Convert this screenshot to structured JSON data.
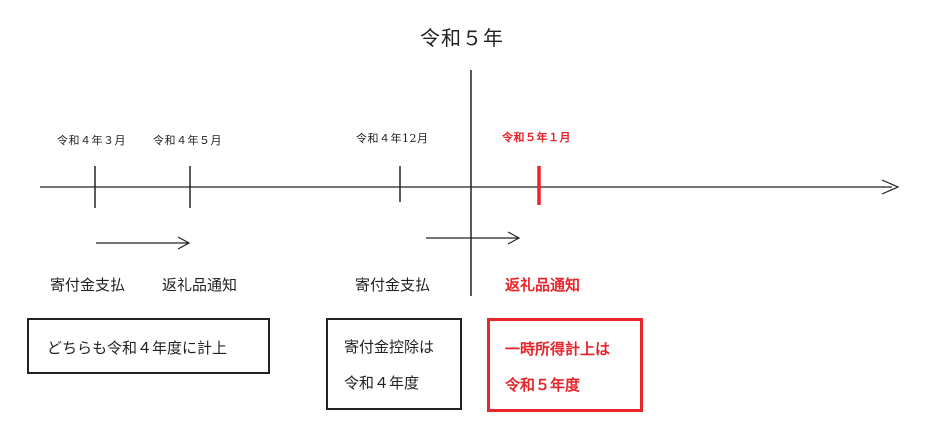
{
  "title": "令和５年",
  "timeline": {
    "ticks": [
      {
        "label": "令和４年３月"
      },
      {
        "label": "令和４年５月"
      },
      {
        "label": "令和４年12月"
      },
      {
        "label": "令和５年１月"
      }
    ]
  },
  "events": {
    "left_pay": "寄付金支払",
    "left_notice": "返礼品通知",
    "right_pay": "寄付金支払",
    "right_notice": "返礼品通知"
  },
  "boxes": {
    "left": {
      "text": "どちらも令和４年度に計上"
    },
    "middle": {
      "line1": "寄付金控除は",
      "line2": "令和４年度"
    },
    "right": {
      "line1": "一時所得計上は",
      "line2": "令和５年度"
    }
  },
  "colors": {
    "accent": "#e8252b",
    "ink": "#222222"
  }
}
